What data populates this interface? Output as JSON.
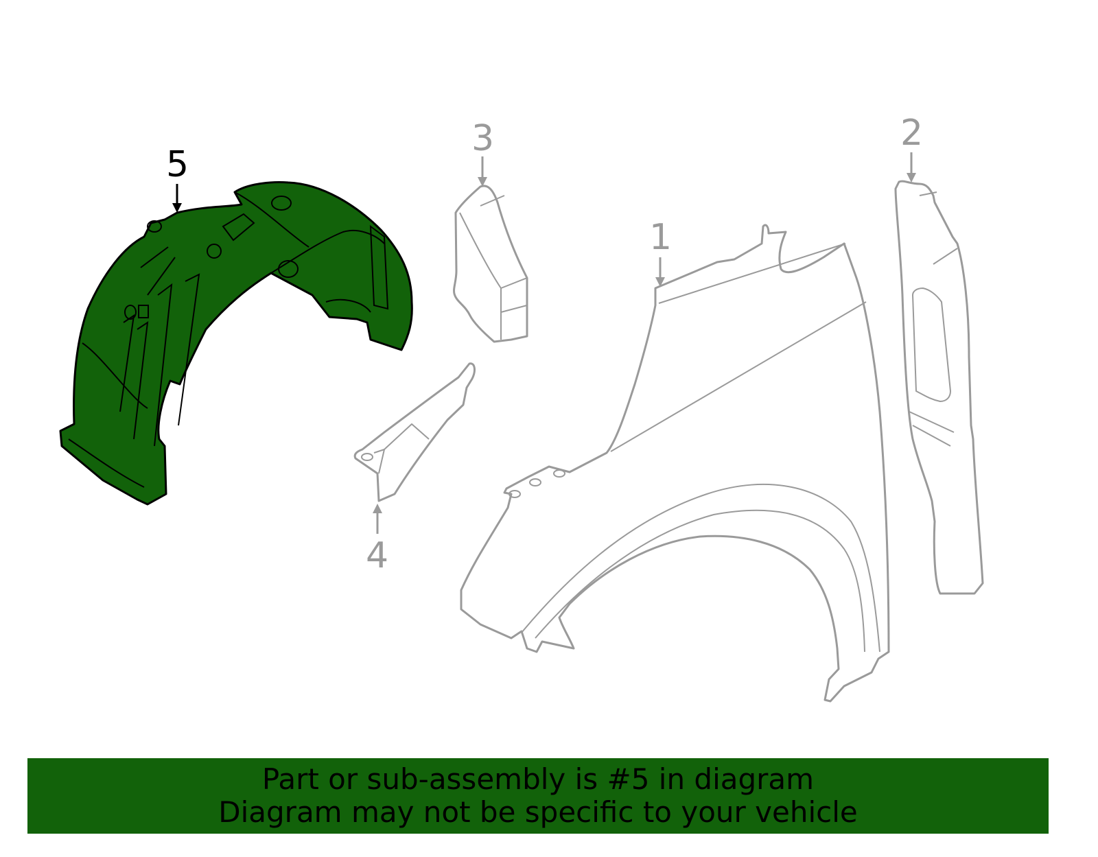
{
  "diagram": {
    "highlight_color": "#12620a",
    "outline_color_inactive": "#9a9a9a",
    "outline_color_active": "#000000",
    "callouts": [
      {
        "number": "1",
        "part": "fender",
        "highlighted": false
      },
      {
        "number": "2",
        "part": "fender-rear-seal-bracket",
        "highlighted": false
      },
      {
        "number": "3",
        "part": "fender-insulator-upper",
        "highlighted": false
      },
      {
        "number": "4",
        "part": "fender-bracket-lower",
        "highlighted": false
      },
      {
        "number": "5",
        "part": "fender-liner",
        "highlighted": true
      }
    ]
  },
  "banner": {
    "line1": "Part or sub-assembly is #5 in diagram",
    "line2": "Diagram may not be specific to your vehicle",
    "background": "#12620a"
  }
}
